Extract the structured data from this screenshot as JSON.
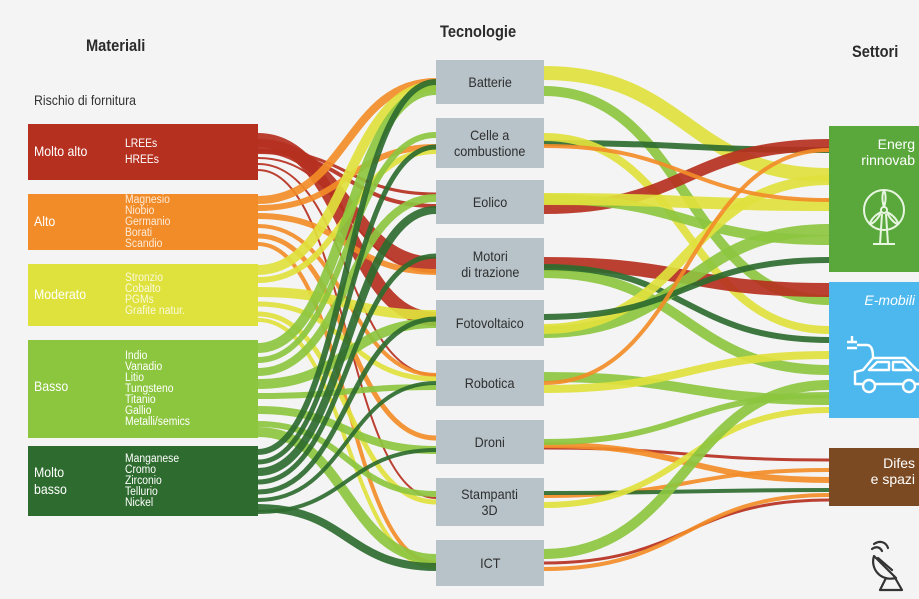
{
  "headers": {
    "materials": "Materiali",
    "technologies": "Tecnologie",
    "sectors": "Settori",
    "risk_subtitle": "Rischio di fornitura"
  },
  "risk_levels": [
    {
      "label": "Molto alto",
      "color": "#b5301f",
      "materials": [
        "LREEs",
        "HREEs"
      ]
    },
    {
      "label": "Alto",
      "color": "#f28c28",
      "materials": [
        "Magnesio",
        "Niobio",
        "Germanio",
        "Borati",
        "Scandio"
      ]
    },
    {
      "label": "Moderato",
      "color": "#dfe13d",
      "materials": [
        "Stronzio",
        "Cobalto",
        "PGMs",
        "Grafite natur."
      ]
    },
    {
      "label": "Basso",
      "color": "#8cc63f",
      "materials": [
        "Indio",
        "Vanadio",
        "Litio",
        "Tungsteno",
        "Titanio",
        "Gallio",
        "Metalli/semics"
      ]
    },
    {
      "label": "Molto\nbasso",
      "color": "#2e6b2f",
      "materials": [
        "Manganese",
        "Cromo",
        "Zirconio",
        "Tellurio",
        "Nickel"
      ]
    }
  ],
  "technologies": [
    "Batterie",
    "Celle a\ncombustione",
    "Eolico",
    "Motori\ndi trazione",
    "Fotovoltaico",
    "Robotica",
    "Droni",
    "Stampanti\n3D",
    "ICT"
  ],
  "sectors": [
    {
      "label": "Energ\nrinnovab",
      "color": "#5aa83c",
      "icon": "wind-turbine-icon"
    },
    {
      "label": "E-mobili",
      "color": "#4db8ee",
      "icon": "electric-car-icon"
    },
    {
      "label": "Difes\ne spazi",
      "color": "#7b4a22",
      "icon": "satellite-dish-icon"
    }
  ],
  "colors": {
    "background": "#f4f4f4",
    "tech_box": "#b7c3c9"
  }
}
